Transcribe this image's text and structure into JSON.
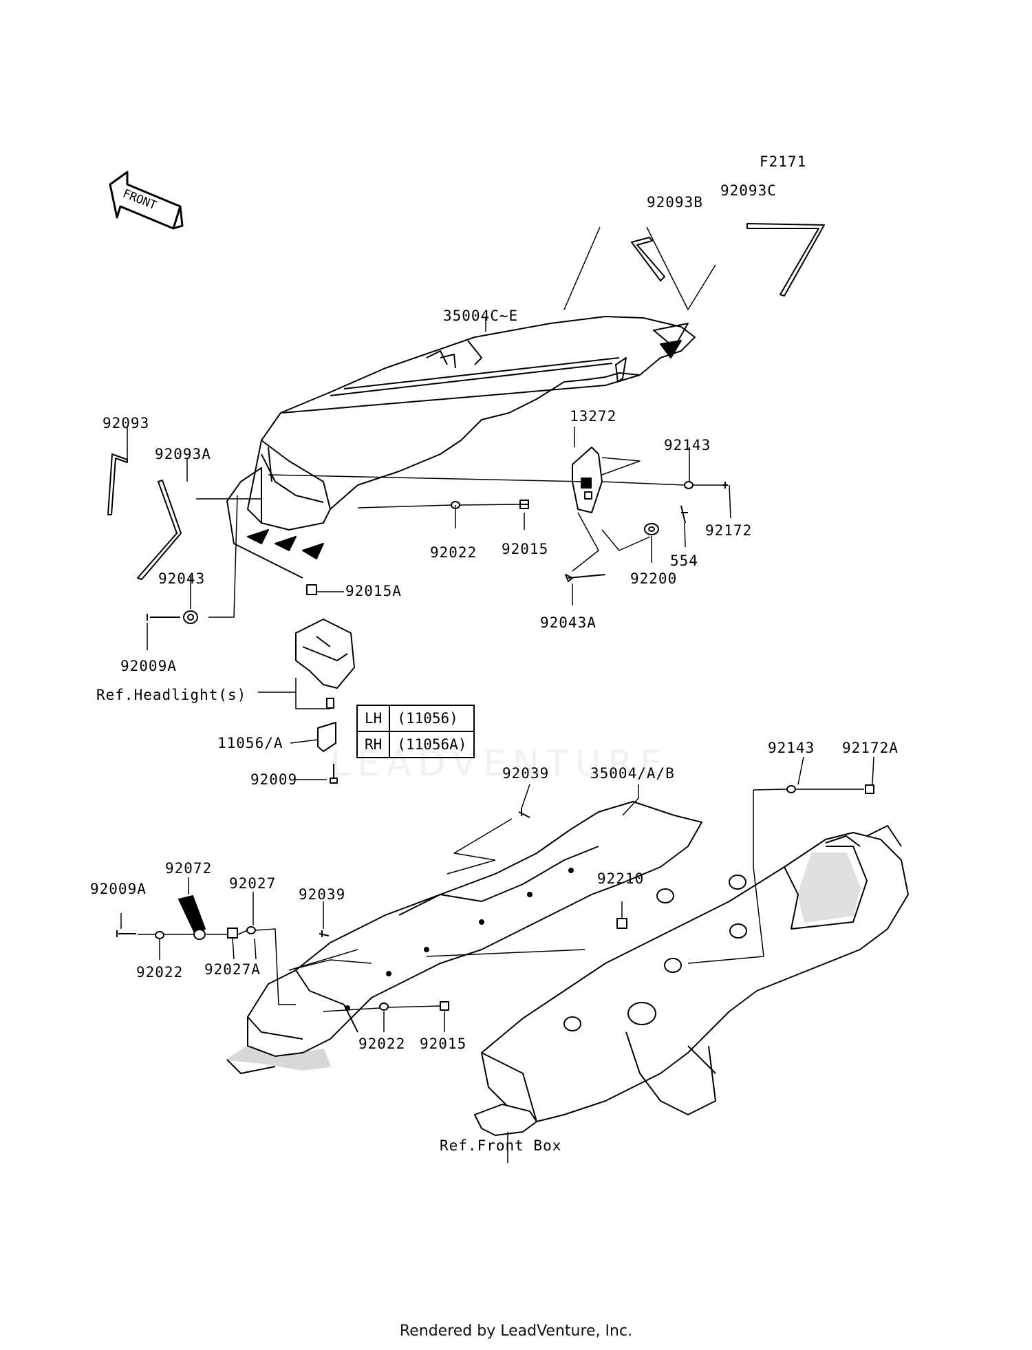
{
  "figure_code": "F2171",
  "front_arrow_label": "FRONT",
  "labels": {
    "p92093B": "92093B",
    "p92093C": "92093C",
    "p35004C_E": "35004C~E",
    "p92093": "92093",
    "p92093A": "92093A",
    "p13272": "13272",
    "p92143_top": "92143",
    "p92172": "92172",
    "p92022_top": "92022",
    "p92015_top": "92015",
    "p554": "554",
    "p92200": "92200",
    "p92043": "92043",
    "p92015A": "92015A",
    "p92043A": "92043A",
    "p92009A_top": "92009A",
    "ref_headlights": "Ref.Headlight(s)",
    "p11056_A": "11056/A",
    "p92009": "92009",
    "p92039_top": "92039",
    "p35004_A_B": "35004/A/B",
    "p92143_bottom": "92143",
    "p92172A": "92172A",
    "p92072": "92072",
    "p92009A_bottom": "92009A",
    "p92027": "92027",
    "p92039_mid": "92039",
    "p92210": "92210",
    "p92022_left": "92022",
    "p92027A": "92027A",
    "p92022_bottom": "92022",
    "p92015_bottom": "92015",
    "ref_front_box": "Ref.Front Box"
  },
  "side_table": [
    {
      "side": "LH",
      "part": "(11056)"
    },
    {
      "side": "RH",
      "part": "(11056A)"
    }
  ],
  "watermark": "LEADVENTURE",
  "footer": "Rendered by LeadVenture, Inc."
}
